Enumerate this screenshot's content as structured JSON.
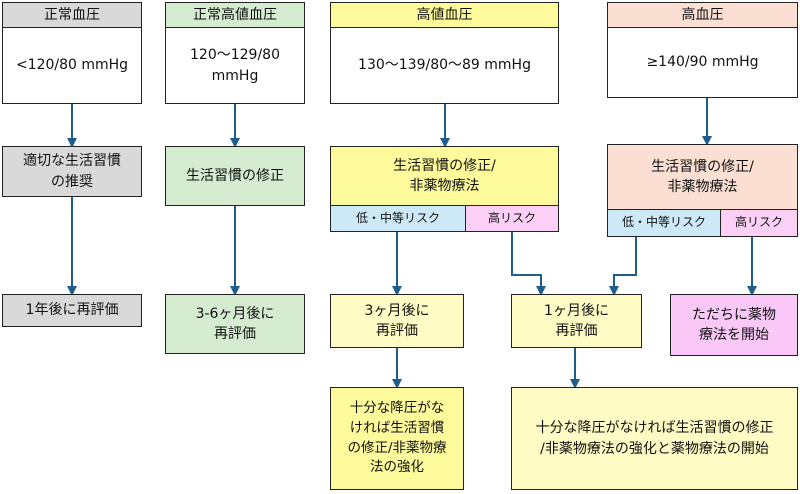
{
  "categories": {
    "normal": {
      "title": "正常血圧",
      "range": "<120/80 mmHg"
    },
    "high_normal": {
      "title": "正常高値血圧",
      "range": "120〜129/80\nmmHg"
    },
    "elevated": {
      "title": "高値血圧",
      "range": "130〜139/80〜89 mmHg"
    },
    "hypertension": {
      "title": "高血圧",
      "range": "≥140/90 mmHg"
    }
  },
  "actions": {
    "normal": "適切な生活習慣\nの推奨",
    "high_normal": "生活習慣の修正",
    "elevated": "生活習慣の修正/\n非薬物療法",
    "hypertension": "生活習慣の修正/\n非薬物療法"
  },
  "risk": {
    "low_mid": "低・中等リスク",
    "high": "高リスク"
  },
  "followup": {
    "normal": "1年後に再評価",
    "high_normal": "3-6ヶ月後に\n再評価",
    "elevated_3m": "3ヶ月後に\n再評価",
    "one_month": "1ヶ月後に\n再評価",
    "immediate": "ただちに薬物\n療法を開始"
  },
  "outcomes": {
    "elevated": "十分な降圧がな\nければ生活習慣\nの修正/非薬物療\n法の強化",
    "combined": "十分な降圧がなければ生活習慣の修正\n/非薬物療法の強化と薬物療法の開始"
  },
  "colors": {
    "arrow": "#1f5d8c",
    "gray": "#d9d9d9",
    "green": "#d5ecd0",
    "yellow": "#fdfa9b",
    "light_yellow": "#fefbc4",
    "salmon": "#fbdfd2",
    "blue": "#cde8f7",
    "pink": "#fcd0f6"
  }
}
